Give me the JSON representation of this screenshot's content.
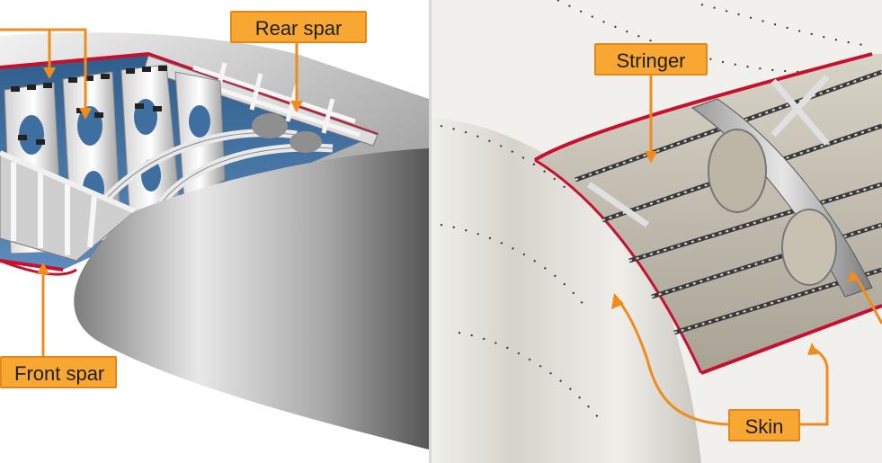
{
  "labels": {
    "rear_spar": "Rear spar",
    "front_spar": "Front spar",
    "stringer": "Stringer",
    "skin": "Skin"
  },
  "colors": {
    "callout_fill": "#f8a832",
    "leader_line": "#f08c1e",
    "skin_edge": "#c8102e",
    "bay_blue": "#3f6fa0"
  }
}
